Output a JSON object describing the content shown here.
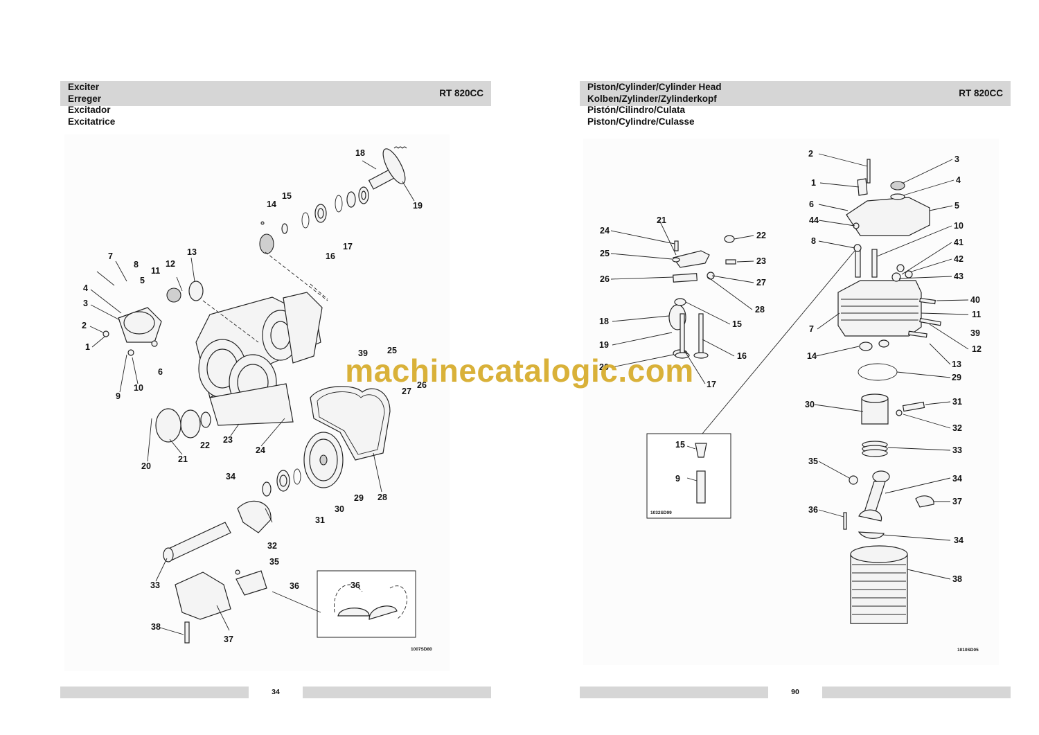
{
  "left_page": {
    "title_lines": [
      "Exciter",
      "Erreger",
      "Excitador",
      "Excitatrice"
    ],
    "model": "RT 820CC",
    "page_number": "34",
    "figure_code": "1007SD80",
    "callouts": [
      "1",
      "2",
      "3",
      "4",
      "5",
      "6",
      "7",
      "8",
      "9",
      "10",
      "11",
      "12",
      "13",
      "14",
      "15",
      "16",
      "17",
      "18",
      "19",
      "20",
      "21",
      "22",
      "23",
      "24",
      "25",
      "26",
      "27",
      "28",
      "29",
      "30",
      "31",
      "32",
      "33",
      "34",
      "35",
      "36",
      "37",
      "38",
      "39"
    ]
  },
  "right_page": {
    "title_lines": [
      "Piston/Cylinder/Cylinder Head",
      "Kolben/Zylinder/Zylinderkopf",
      "Pistón/Cilindro/Culata",
      "Piston/Cylindre/Culasse"
    ],
    "model": "RT 820CC",
    "page_number": "90",
    "figure_code": "1010SD05",
    "inset_figure_code": "1032SD99",
    "callouts": [
      "1",
      "2",
      "3",
      "4",
      "5",
      "6",
      "7",
      "8",
      "9",
      "10",
      "11",
      "12",
      "13",
      "14",
      "15",
      "16",
      "17",
      "18",
      "19",
      "20",
      "21",
      "22",
      "23",
      "24",
      "25",
      "26",
      "27",
      "28",
      "29",
      "30",
      "31",
      "32",
      "33",
      "34",
      "35",
      "36",
      "37",
      "38",
      "39",
      "40",
      "41",
      "42",
      "43",
      "44"
    ]
  },
  "watermark": "machinecatalogic.com",
  "colors": {
    "header_bar": "#d6d6d6",
    "watermark": "#d6aa28"
  }
}
